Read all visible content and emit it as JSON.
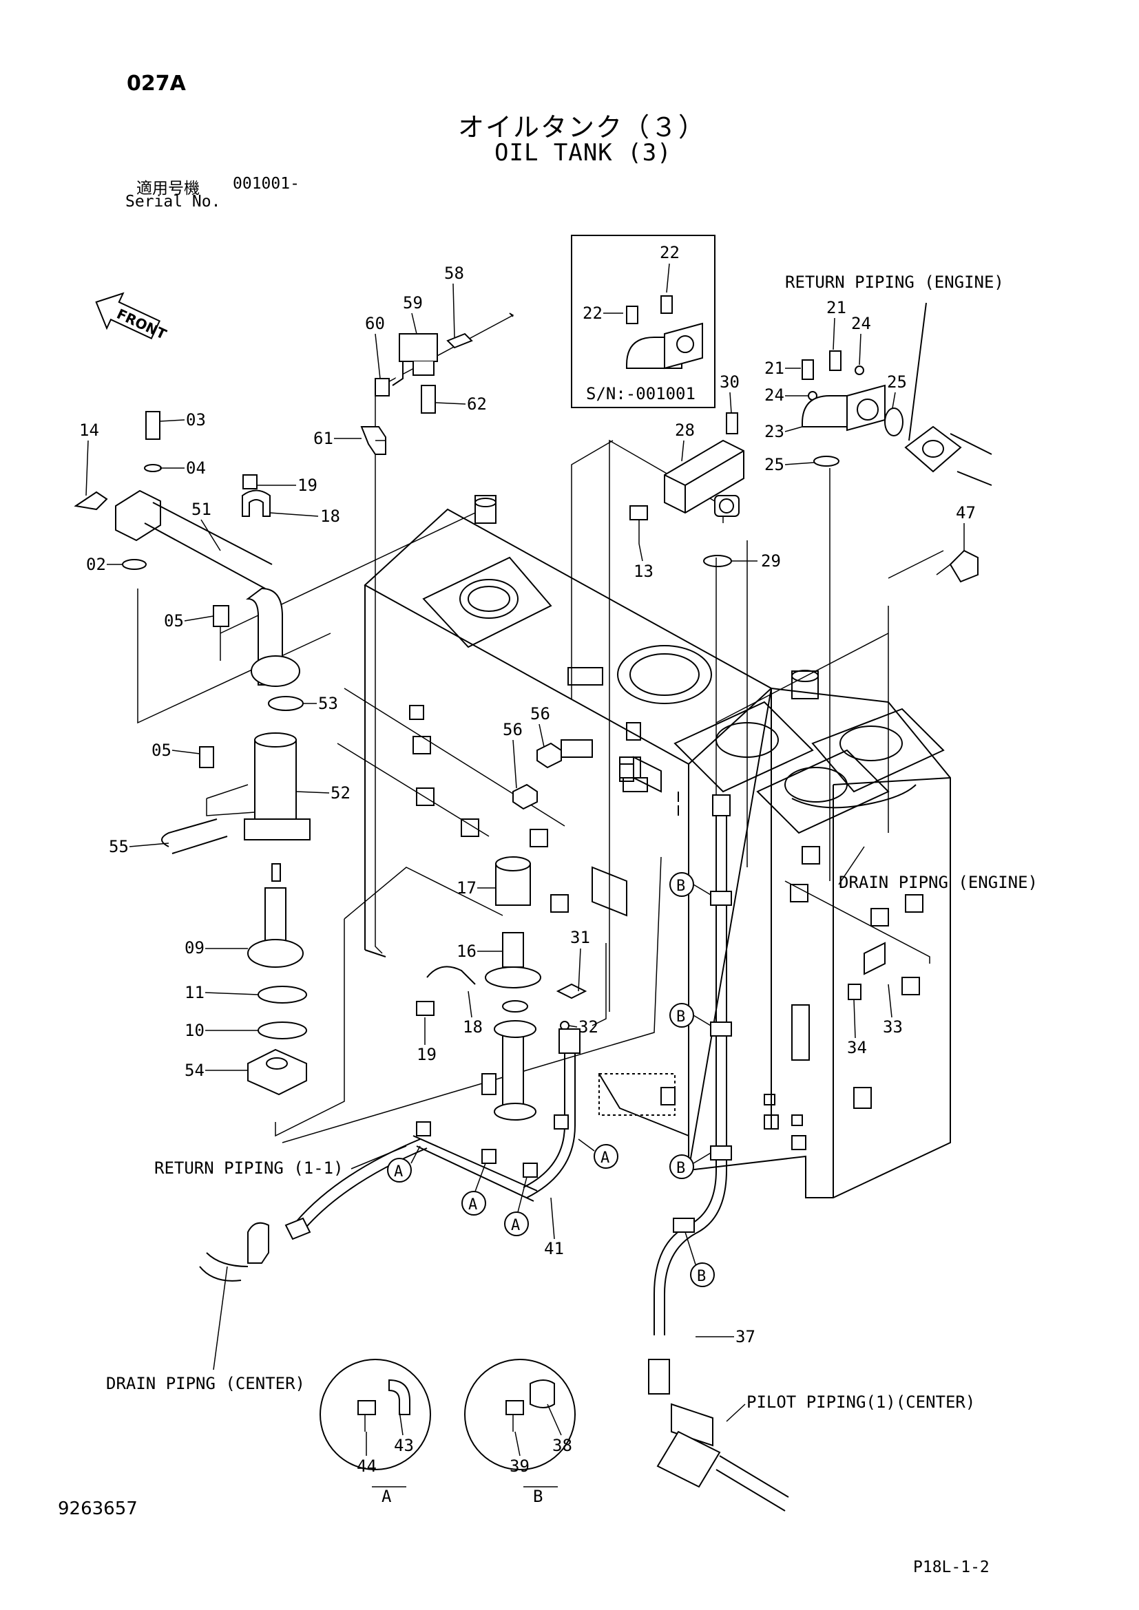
{
  "header": {
    "page_code": "027A",
    "title_jp": "オイルタンク（３）",
    "title_en": "OIL TANK (3)",
    "serial_label_jp": "適用号機",
    "serial_value": "001001-",
    "serial_label_en": "Serial No."
  },
  "inset": {
    "serial_note": "S/N:-001001"
  },
  "front_label": "FRONT",
  "annotations": {
    "return_piping_engine": "RETURN PIPING (ENGINE)",
    "drain_piping_engine": "DRAIN PIPNG (ENGINE)",
    "return_piping_1_1": "RETURN PIPING (1-1)",
    "drain_piping_center": "DRAIN PIPNG (CENTER)",
    "pilot_piping_center": "PILOT PIPING(1)(CENTER)"
  },
  "part_labels": [
    {
      "id": "p22a",
      "text": "22"
    },
    {
      "id": "p22b",
      "text": "22"
    },
    {
      "id": "p21a",
      "text": "21"
    },
    {
      "id": "p24a",
      "text": "24"
    },
    {
      "id": "p21b",
      "text": "21"
    },
    {
      "id": "p24b",
      "text": "24"
    },
    {
      "id": "p25a",
      "text": "25"
    },
    {
      "id": "p23",
      "text": "23"
    },
    {
      "id": "p25b",
      "text": "25"
    },
    {
      "id": "p58",
      "text": "58"
    },
    {
      "id": "p59",
      "text": "59"
    },
    {
      "id": "p60",
      "text": "60"
    },
    {
      "id": "p62",
      "text": "62"
    },
    {
      "id": "p61",
      "text": "61"
    },
    {
      "id": "p30",
      "text": "30"
    },
    {
      "id": "p28",
      "text": "28"
    },
    {
      "id": "p13",
      "text": "13"
    },
    {
      "id": "p29",
      "text": "29"
    },
    {
      "id": "p47",
      "text": "47"
    },
    {
      "id": "p14",
      "text": "14"
    },
    {
      "id": "p03",
      "text": "03"
    },
    {
      "id": "p04",
      "text": "04"
    },
    {
      "id": "p19a",
      "text": "19"
    },
    {
      "id": "p18a",
      "text": "18"
    },
    {
      "id": "p51",
      "text": "51"
    },
    {
      "id": "p02",
      "text": "02"
    },
    {
      "id": "p05a",
      "text": "05"
    },
    {
      "id": "p53",
      "text": "53"
    },
    {
      "id": "p05b",
      "text": "05"
    },
    {
      "id": "p52",
      "text": "52"
    },
    {
      "id": "p55",
      "text": "55"
    },
    {
      "id": "p56a",
      "text": "56"
    },
    {
      "id": "p56b",
      "text": "56"
    },
    {
      "id": "p17",
      "text": "17"
    },
    {
      "id": "p09",
      "text": "09"
    },
    {
      "id": "p16",
      "text": "16"
    },
    {
      "id": "p31",
      "text": "31"
    },
    {
      "id": "p11",
      "text": "11"
    },
    {
      "id": "p10",
      "text": "10"
    },
    {
      "id": "p18b",
      "text": "18"
    },
    {
      "id": "p32",
      "text": "32"
    },
    {
      "id": "p19b",
      "text": "19"
    },
    {
      "id": "p54",
      "text": "54"
    },
    {
      "id": "p34",
      "text": "34"
    },
    {
      "id": "p33",
      "text": "33"
    },
    {
      "id": "p41",
      "text": "41"
    },
    {
      "id": "p37",
      "text": "37"
    },
    {
      "id": "p44",
      "text": "44"
    },
    {
      "id": "p43",
      "text": "43"
    },
    {
      "id": "p39",
      "text": "39"
    },
    {
      "id": "p38",
      "text": "38"
    }
  ],
  "clamp_markers": [
    {
      "id": "ma1",
      "text": "A"
    },
    {
      "id": "ma2",
      "text": "A"
    },
    {
      "id": "ma3",
      "text": "A"
    },
    {
      "id": "ma4",
      "text": "A"
    },
    {
      "id": "mb1",
      "text": "B"
    },
    {
      "id": "mb2",
      "text": "B"
    },
    {
      "id": "mb3",
      "text": "B"
    },
    {
      "id": "mb4",
      "text": "B"
    }
  ],
  "detail_circles": [
    {
      "id": "detail-a",
      "label": "A"
    },
    {
      "id": "detail-b",
      "label": "B"
    }
  ],
  "footer": {
    "doc_number": "9263657",
    "page_ref": "P18L-1-2"
  }
}
